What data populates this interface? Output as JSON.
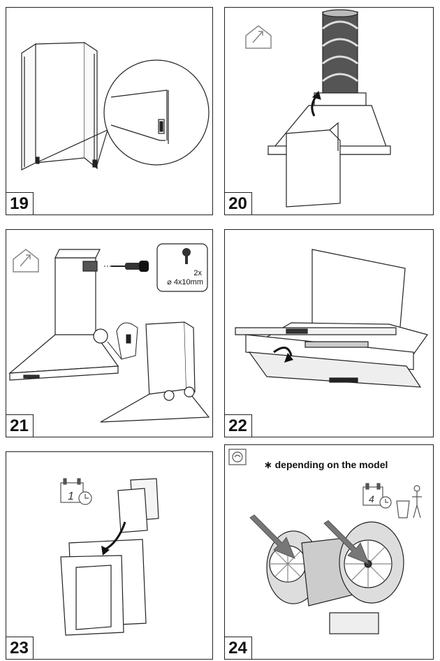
{
  "steps": [
    {
      "number": "19"
    },
    {
      "number": "20"
    },
    {
      "number": "21",
      "screw": {
        "qty": "2x",
        "size": "⌀ 4x10mm"
      }
    },
    {
      "number": "22"
    },
    {
      "number": "23"
    },
    {
      "number": "24",
      "note": "depending on the model"
    }
  ],
  "icons": [
    "house-arrow-icon",
    "calendar-clock-icon",
    "trash-bin-icon",
    "fan-motor-icon",
    "screwdriver-icon",
    "screw-icon"
  ]
}
